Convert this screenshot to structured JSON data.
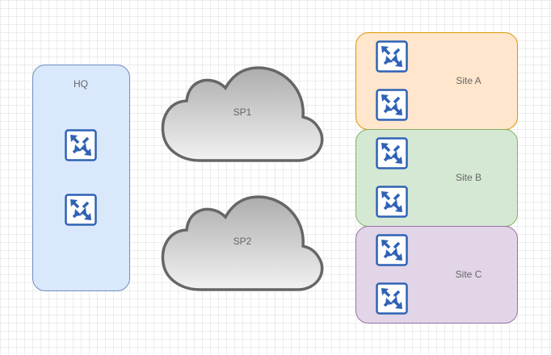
{
  "hq": {
    "label": "HQ",
    "fill": "#dae8fc",
    "stroke": "#6c8ebf"
  },
  "clouds": [
    {
      "label": "SP1"
    },
    {
      "label": "SP2"
    }
  ],
  "sites": [
    {
      "label": "Site A",
      "fill": "#ffe6cc",
      "stroke": "#d79b00"
    },
    {
      "label": "Site B",
      "fill": "#d5e8d4",
      "stroke": "#82b366"
    },
    {
      "label": "Site C",
      "fill": "#e1d5e7",
      "stroke": "#9673a6"
    }
  ],
  "icon": {
    "name": "switch-icon",
    "color": "#2f62b5"
  }
}
